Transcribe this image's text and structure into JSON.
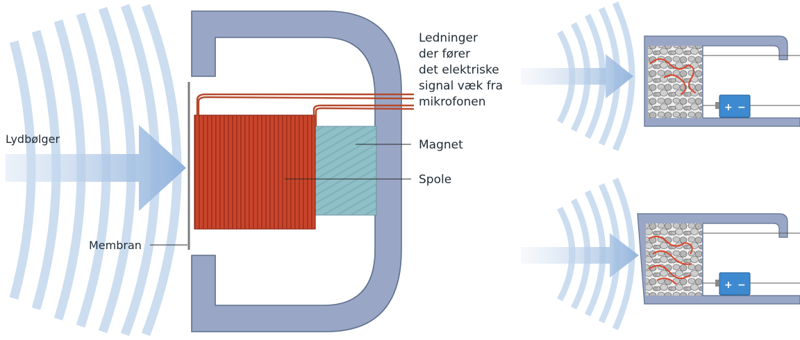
{
  "labels": {
    "sound_waves": "Lydbølger",
    "membrane": "Membran",
    "wires_lines": [
      "Ledninger",
      "der fører",
      "det elektriske",
      "signal væk fra",
      "mikrofonen"
    ],
    "magnet": "Magnet",
    "coil": "Spole"
  },
  "battery": {
    "plus": "+",
    "minus": "−"
  },
  "colors": {
    "frame": "#9aa6c5",
    "frame_stroke": "#5d6f8c",
    "coil": "#c9452b",
    "magnet": "#8fbfc7",
    "wave": "#c6d9ee",
    "arrow": "#a6c2e4",
    "battery": "#3e8ad1",
    "wire": "#b5492b"
  }
}
